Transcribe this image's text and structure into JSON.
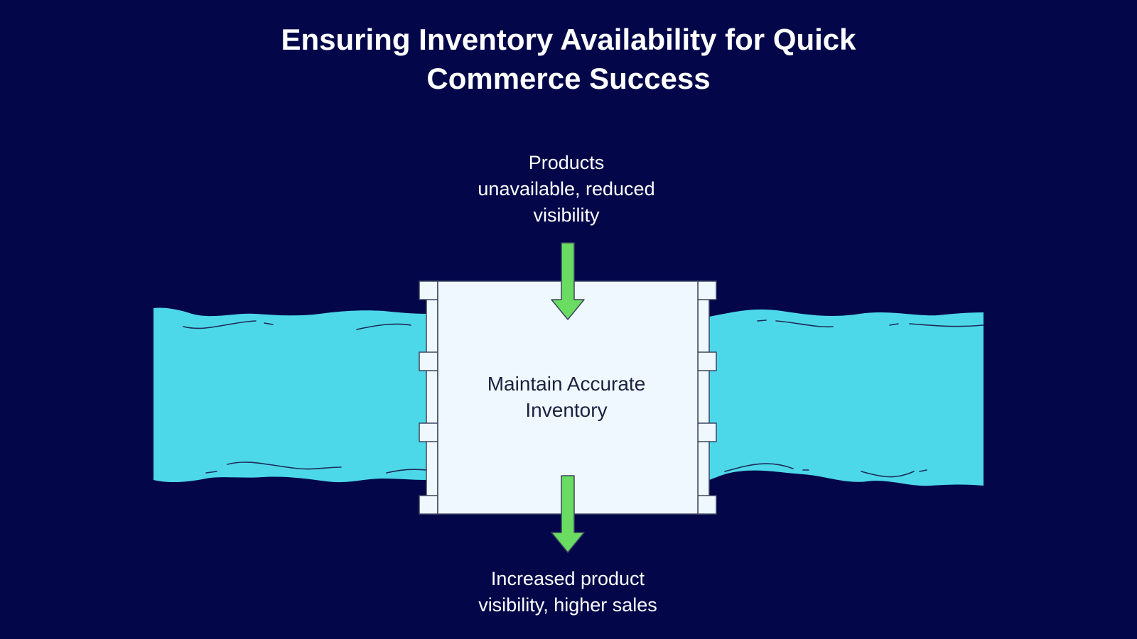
{
  "title": {
    "line1": "Ensuring Inventory Availability for Quick",
    "line2": "Commerce Success"
  },
  "diagram": {
    "input_label": {
      "line1": "Products",
      "line2": "unavailable, reduced",
      "line3": "visibility"
    },
    "process_label": {
      "line1": "Maintain Accurate",
      "line2": "Inventory"
    },
    "output_label": {
      "line1": "Increased product",
      "line2": "visibility, higher sales"
    },
    "icons": {
      "input_arrow": "arrow-down-icon",
      "output_arrow": "arrow-down-icon",
      "gate": "sluice-gate-icon",
      "river": "water-stream-icon"
    },
    "colors": {
      "background": "#03074a",
      "water": "#4dd8ea",
      "gate": "#f0f8ff",
      "arrow": "#6bdc62",
      "outline": "#3b4560"
    }
  }
}
